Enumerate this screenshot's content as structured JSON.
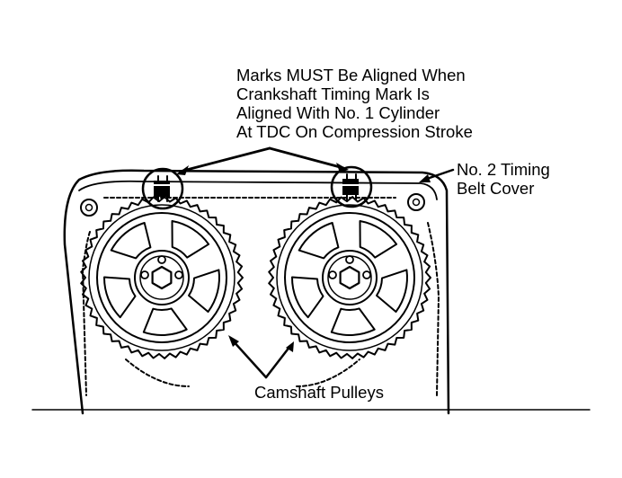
{
  "labels": {
    "alignment_note": [
      "Marks MUST Be Aligned When",
      "Crankshaft Timing Mark Is",
      "Aligned With No. 1 Cylinder",
      "At TDC On Compression Stroke"
    ],
    "belt_cover": [
      "No. 2 Timing",
      "Belt Cover"
    ],
    "pulleys": "Camshaft Pulleys"
  }
}
